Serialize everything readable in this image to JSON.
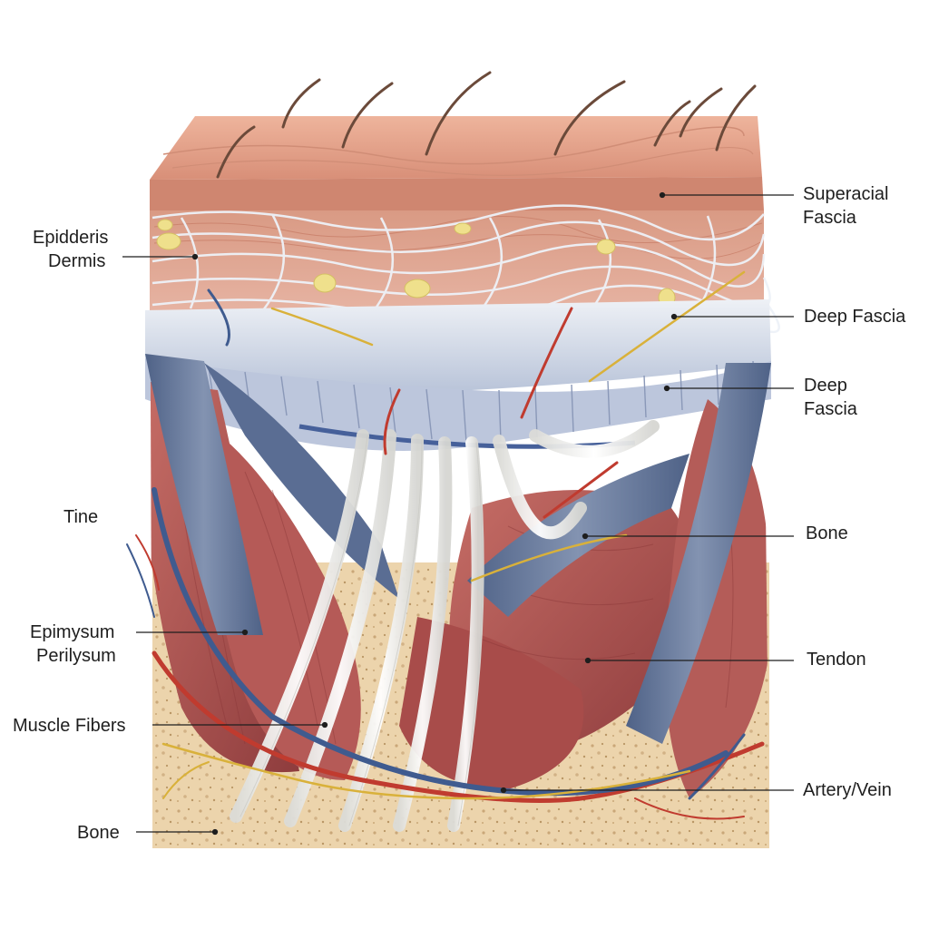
{
  "diagram": {
    "labels": {
      "left": [
        {
          "id": "epidermis-dermis",
          "lines": [
            "Epidderis",
            "Dermis"
          ]
        },
        {
          "id": "tine",
          "lines": [
            "Tine"
          ]
        },
        {
          "id": "epimysium-perimysium",
          "lines": [
            "Epimysum",
            "Perilysum"
          ]
        },
        {
          "id": "muscle-fibers",
          "lines": [
            "Muscle Fibers"
          ]
        },
        {
          "id": "bone-bottom",
          "lines": [
            "Bone"
          ]
        }
      ],
      "right": [
        {
          "id": "superficial-fascia",
          "lines": [
            "Superacial",
            "Fascia"
          ]
        },
        {
          "id": "deep-fascia-1",
          "lines": [
            "Deep Fascia"
          ]
        },
        {
          "id": "deep-fascia-2",
          "lines": [
            "Deep",
            "Fascia"
          ]
        },
        {
          "id": "bone-right",
          "lines": [
            "Bone"
          ]
        },
        {
          "id": "tendon",
          "lines": [
            "Tendon"
          ]
        },
        {
          "id": "artery-vein",
          "lines": [
            "Artery/Vein"
          ]
        }
      ]
    },
    "colors": {
      "epidermis": "#e7a58c",
      "dermis": "#dc9c86",
      "fascia": "#dfe6f0",
      "muscle": "#b9605c",
      "muscle_dark": "#8e3c3d",
      "sheath": "#5f7193",
      "tendon": "#f1f0ec",
      "bone": "#ecd4ac",
      "artery": "#c03b2f",
      "vein": "#3f5b8f",
      "nerve": "#d9b13a",
      "fat": "#efe08c",
      "leader": "#1e1e1e"
    }
  }
}
